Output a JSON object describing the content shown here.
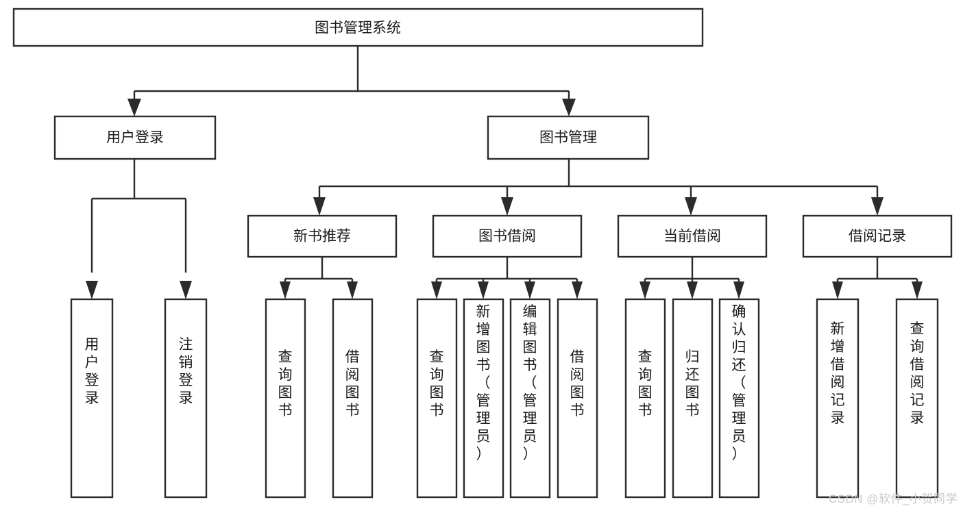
{
  "diagram": {
    "type": "tree-hierarchy",
    "title": "图书管理系统",
    "watermark": "CSDN @软件_小贺同学",
    "levels": {
      "root": {
        "label": "图书管理系统"
      },
      "level2": [
        {
          "id": "user-login",
          "label": "用户登录"
        },
        {
          "id": "book-management",
          "label": "图书管理"
        }
      ],
      "level3": [
        {
          "id": "new-book-recommend",
          "label": "新书推荐",
          "parent": "book-management"
        },
        {
          "id": "book-borrow",
          "label": "图书借阅",
          "parent": "book-management"
        },
        {
          "id": "current-borrow",
          "label": "当前借阅",
          "parent": "book-management"
        },
        {
          "id": "borrow-record",
          "label": "借阅记录",
          "parent": "book-management"
        }
      ],
      "leaves": [
        {
          "id": "leaf-user-login",
          "label": "用户登录",
          "parent": "user-login"
        },
        {
          "id": "leaf-logout-login",
          "label": "注销登录",
          "parent": "user-login"
        },
        {
          "id": "leaf-query-book-1",
          "label": "查询图书",
          "parent": "new-book-recommend"
        },
        {
          "id": "leaf-borrow-book-1",
          "label": "借阅图书",
          "parent": "new-book-recommend"
        },
        {
          "id": "leaf-query-book-2",
          "label": "查询图书",
          "parent": "book-borrow"
        },
        {
          "id": "leaf-add-book",
          "label": "新增图书（管理员）",
          "parent": "book-borrow"
        },
        {
          "id": "leaf-edit-book",
          "label": "编辑图书（管理员）",
          "parent": "book-borrow"
        },
        {
          "id": "leaf-borrow-book-2",
          "label": "借阅图书",
          "parent": "book-borrow"
        },
        {
          "id": "leaf-query-book-3",
          "label": "查询图书",
          "parent": "current-borrow"
        },
        {
          "id": "leaf-return-book",
          "label": "归还图书",
          "parent": "current-borrow"
        },
        {
          "id": "leaf-confirm-return",
          "label": "确认归还（管理员）",
          "parent": "current-borrow"
        },
        {
          "id": "leaf-add-record",
          "label": "新增借阅记录",
          "parent": "borrow-record"
        },
        {
          "id": "leaf-query-record",
          "label": "查询借阅记录",
          "parent": "borrow-record"
        }
      ]
    },
    "colors": {
      "stroke": "#2b2b2b",
      "fill": "#ffffff",
      "text": "#1a1a1a",
      "watermark": "#c9c9c9"
    }
  }
}
